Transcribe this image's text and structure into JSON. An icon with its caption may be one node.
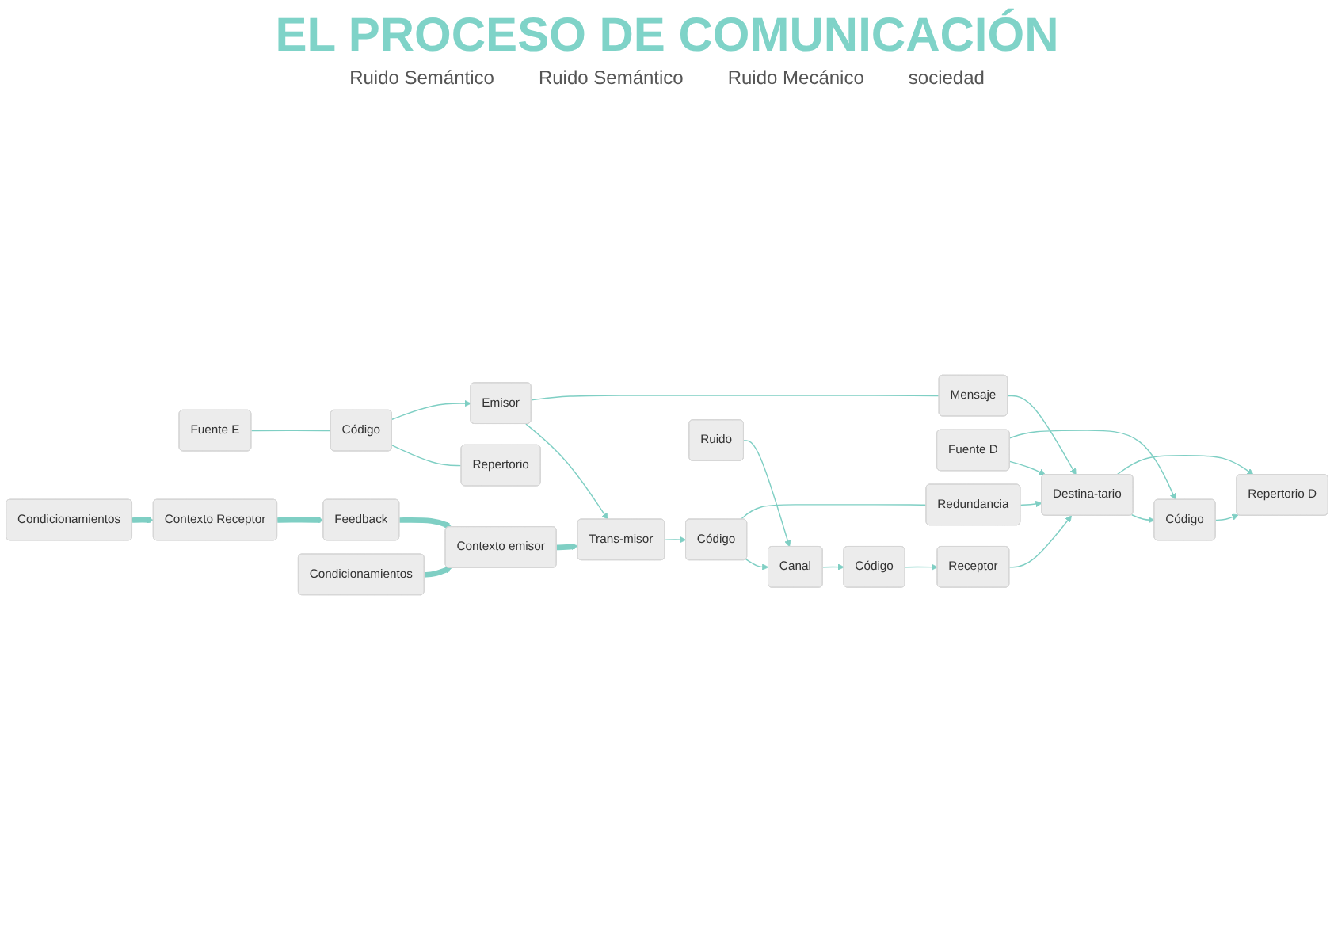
{
  "diagram": {
    "title": "EL PROCESO DE COMUNICACIÓN",
    "nodes": [
      {
        "text": [
          "Feedback"
        ]
      },
      {
        "text": [
          "Contexto emisor"
        ]
      },
      {
        "text": [
          "Fuente E"
        ]
      },
      {
        "text": [
          "Código"
        ]
      },
      {
        "text": [
          "Repertorio"
        ]
      },
      {
        "text": [
          "Emisor"
        ]
      },
      {
        "text": [
          "Trans-misor"
        ]
      },
      {
        "text": [
          "Código"
        ]
      },
      {
        "text": [
          "Canal"
        ]
      },
      {
        "text": [
          "Código"
        ]
      },
      {
        "text": [
          "Receptor"
        ]
      },
      {
        "text": [
          "Destina-tario"
        ]
      },
      {
        "text": [
          "Código"
        ]
      },
      {
        "text": [
          "Fuente D"
        ]
      },
      {
        "text": [
          "Repertorio D"
        ]
      },
      {
        "text": [
          "Contexto Receptor"
        ]
      },
      {
        "text": [
          "Ruido"
        ]
      },
      {
        "text": [
          "Mensaje"
        ]
      },
      {
        "text": [
          "Redundancia"
        ]
      },
      {
        "text": [
          "Condicionamientos"
        ]
      },
      {
        "text": [
          "Condicionamientos"
        ]
      }
    ],
    "edges": [
      {
        "from": 15,
        "to": 0,
        "arrow": "to",
        "style": "thick"
      },
      {
        "from": 0,
        "to": 1,
        "arrow": "to",
        "style": "thick"
      },
      {
        "from": 1,
        "to": 6,
        "arrow": "to",
        "style": "thick"
      },
      {
        "from": 2,
        "to": 3,
        "arrow": "none"
      },
      {
        "from": 3,
        "to": 4,
        "arrow": "none"
      },
      {
        "from": 3,
        "to": 5,
        "arrow": "to"
      },
      {
        "from": 5,
        "to": 6,
        "arrow": "to"
      },
      {
        "from": 6,
        "to": 7,
        "arrow": "to"
      },
      {
        "from": 7,
        "to": 8,
        "arrow": "to"
      },
      {
        "from": 8,
        "to": 9,
        "arrow": "to"
      },
      {
        "from": 9,
        "to": 10,
        "arrow": "to"
      },
      {
        "from": 10,
        "to": 11,
        "arrow": "to"
      },
      {
        "from": 11,
        "to": 12,
        "arrow": "to"
      },
      {
        "from": 13,
        "to": 11,
        "arrow": "to"
      },
      {
        "from": 11,
        "to": 14,
        "arrow": "to"
      },
      {
        "from": 12,
        "to": 14,
        "arrow": "to"
      },
      {
        "from": 13,
        "to": 12,
        "arrow": "to"
      },
      {
        "from": 16,
        "to": 8,
        "arrow": "to"
      },
      {
        "from": 5,
        "to": 17,
        "arrow": "none"
      },
      {
        "from": 17,
        "to": 11,
        "arrow": "to"
      },
      {
        "from": 7,
        "to": 18,
        "arrow": "none"
      },
      {
        "from": 18,
        "to": 11,
        "arrow": "to"
      },
      {
        "from": 19,
        "to": 1,
        "arrow": "to",
        "style": "thick"
      },
      {
        "from": 20,
        "to": 15,
        "arrow": "to",
        "style": "thick"
      }
    ],
    "labels": [
      "Ruido Semántico",
      "Ruido Semántico",
      "Ruido Mecánico",
      "sociedad"
    ]
  }
}
